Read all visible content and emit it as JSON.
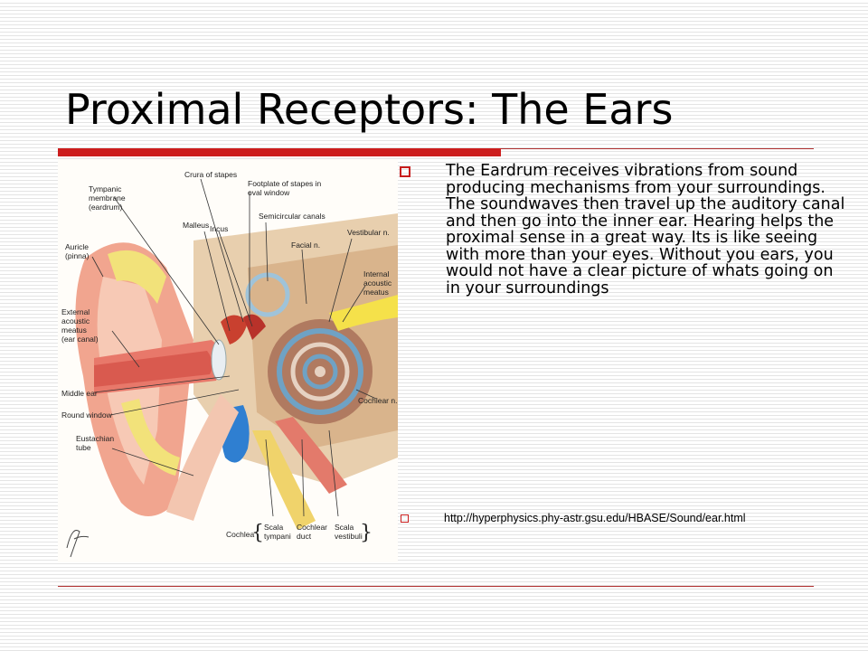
{
  "slide": {
    "title": "Proximal Receptors: The Ears",
    "body_text": "The Eardrum receives vibrations from sound producing mechanisms from your surroundings.  The soundwaves then travel up the auditory canal and then go into the inner ear. Hearing helps the proximal sense in a great way.  Its is like seeing with more than your eyes. Without you ears, you would not have a clear picture of whats going on in your surroundings",
    "link": "http://hyperphysics.phy-astr.gsu.edu/HBASE/Sound/ear.html"
  },
  "figure": {
    "labels": {
      "tympanic_membrane": [
        "Tympanic",
        "membrane",
        "(eardrum)"
      ],
      "crura_of_stapes": "Crura of stapes",
      "footplate": [
        "Footplate of stapes in",
        "oval window"
      ],
      "malleus": "Malleus",
      "incus": "Incus",
      "semicircular_canals": "Semicircular canals",
      "vestibular_n": "Vestibular n.",
      "facial_n": "Facial n.",
      "auricle": [
        "Auricle",
        "(pinna)"
      ],
      "internal_acoustic_meatus": [
        "Internal",
        "acoustic",
        "meatus"
      ],
      "external_acoustic_meatus": [
        "External",
        "acoustic",
        "meatus",
        "(ear canal)"
      ],
      "middle_ear": "Middle ear",
      "round_window": "Round window",
      "cochlear_n": "Cochlear n.",
      "eustachian_tube": [
        "Eustachian",
        "tube"
      ],
      "cochlea": "Cochlea",
      "scala_tympani": [
        "Scala",
        "tympani"
      ],
      "cochlear_duct": [
        "Cochlear",
        "duct"
      ],
      "scala_vestibuli": [
        "Scala",
        "vestibuli"
      ]
    },
    "colors": {
      "skin": "#f1a58f",
      "canal": "#e8786a",
      "cartilage": "#f2e27a",
      "bone": "#d9b48c",
      "cochlea": "#b07a60",
      "nerve": "#f5e14a",
      "vein": "#2f7fd1"
    }
  },
  "theme": {
    "accent": "#cc1d1d"
  }
}
